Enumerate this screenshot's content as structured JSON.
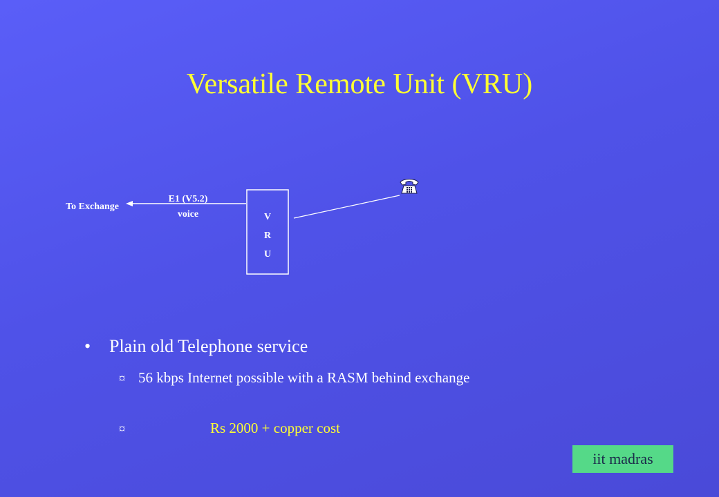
{
  "slide": {
    "title": "Versatile Remote Unit (VRU)"
  },
  "diagram": {
    "to_exchange_label": "To Exchange",
    "link_label_line1": "E1 (V5.2)",
    "link_label_line2": "voice",
    "vru_letters": [
      "V",
      "R",
      "U"
    ],
    "phone_icon": "telephone-icon"
  },
  "bullets": {
    "main": {
      "marker": "•",
      "text": "Plain old Telephone service"
    },
    "sub": [
      {
        "marker": "¤",
        "text": "56 kbps Internet possible with a RASM behind exchange"
      },
      {
        "marker": "¤",
        "text": "Rs 2000 + copper cost"
      }
    ]
  },
  "footer": {
    "badge": "iit madras"
  },
  "colors": {
    "title": "#ffff33",
    "text": "#ffffff",
    "highlight": "#ffff33",
    "badge_bg": "#55d988"
  }
}
